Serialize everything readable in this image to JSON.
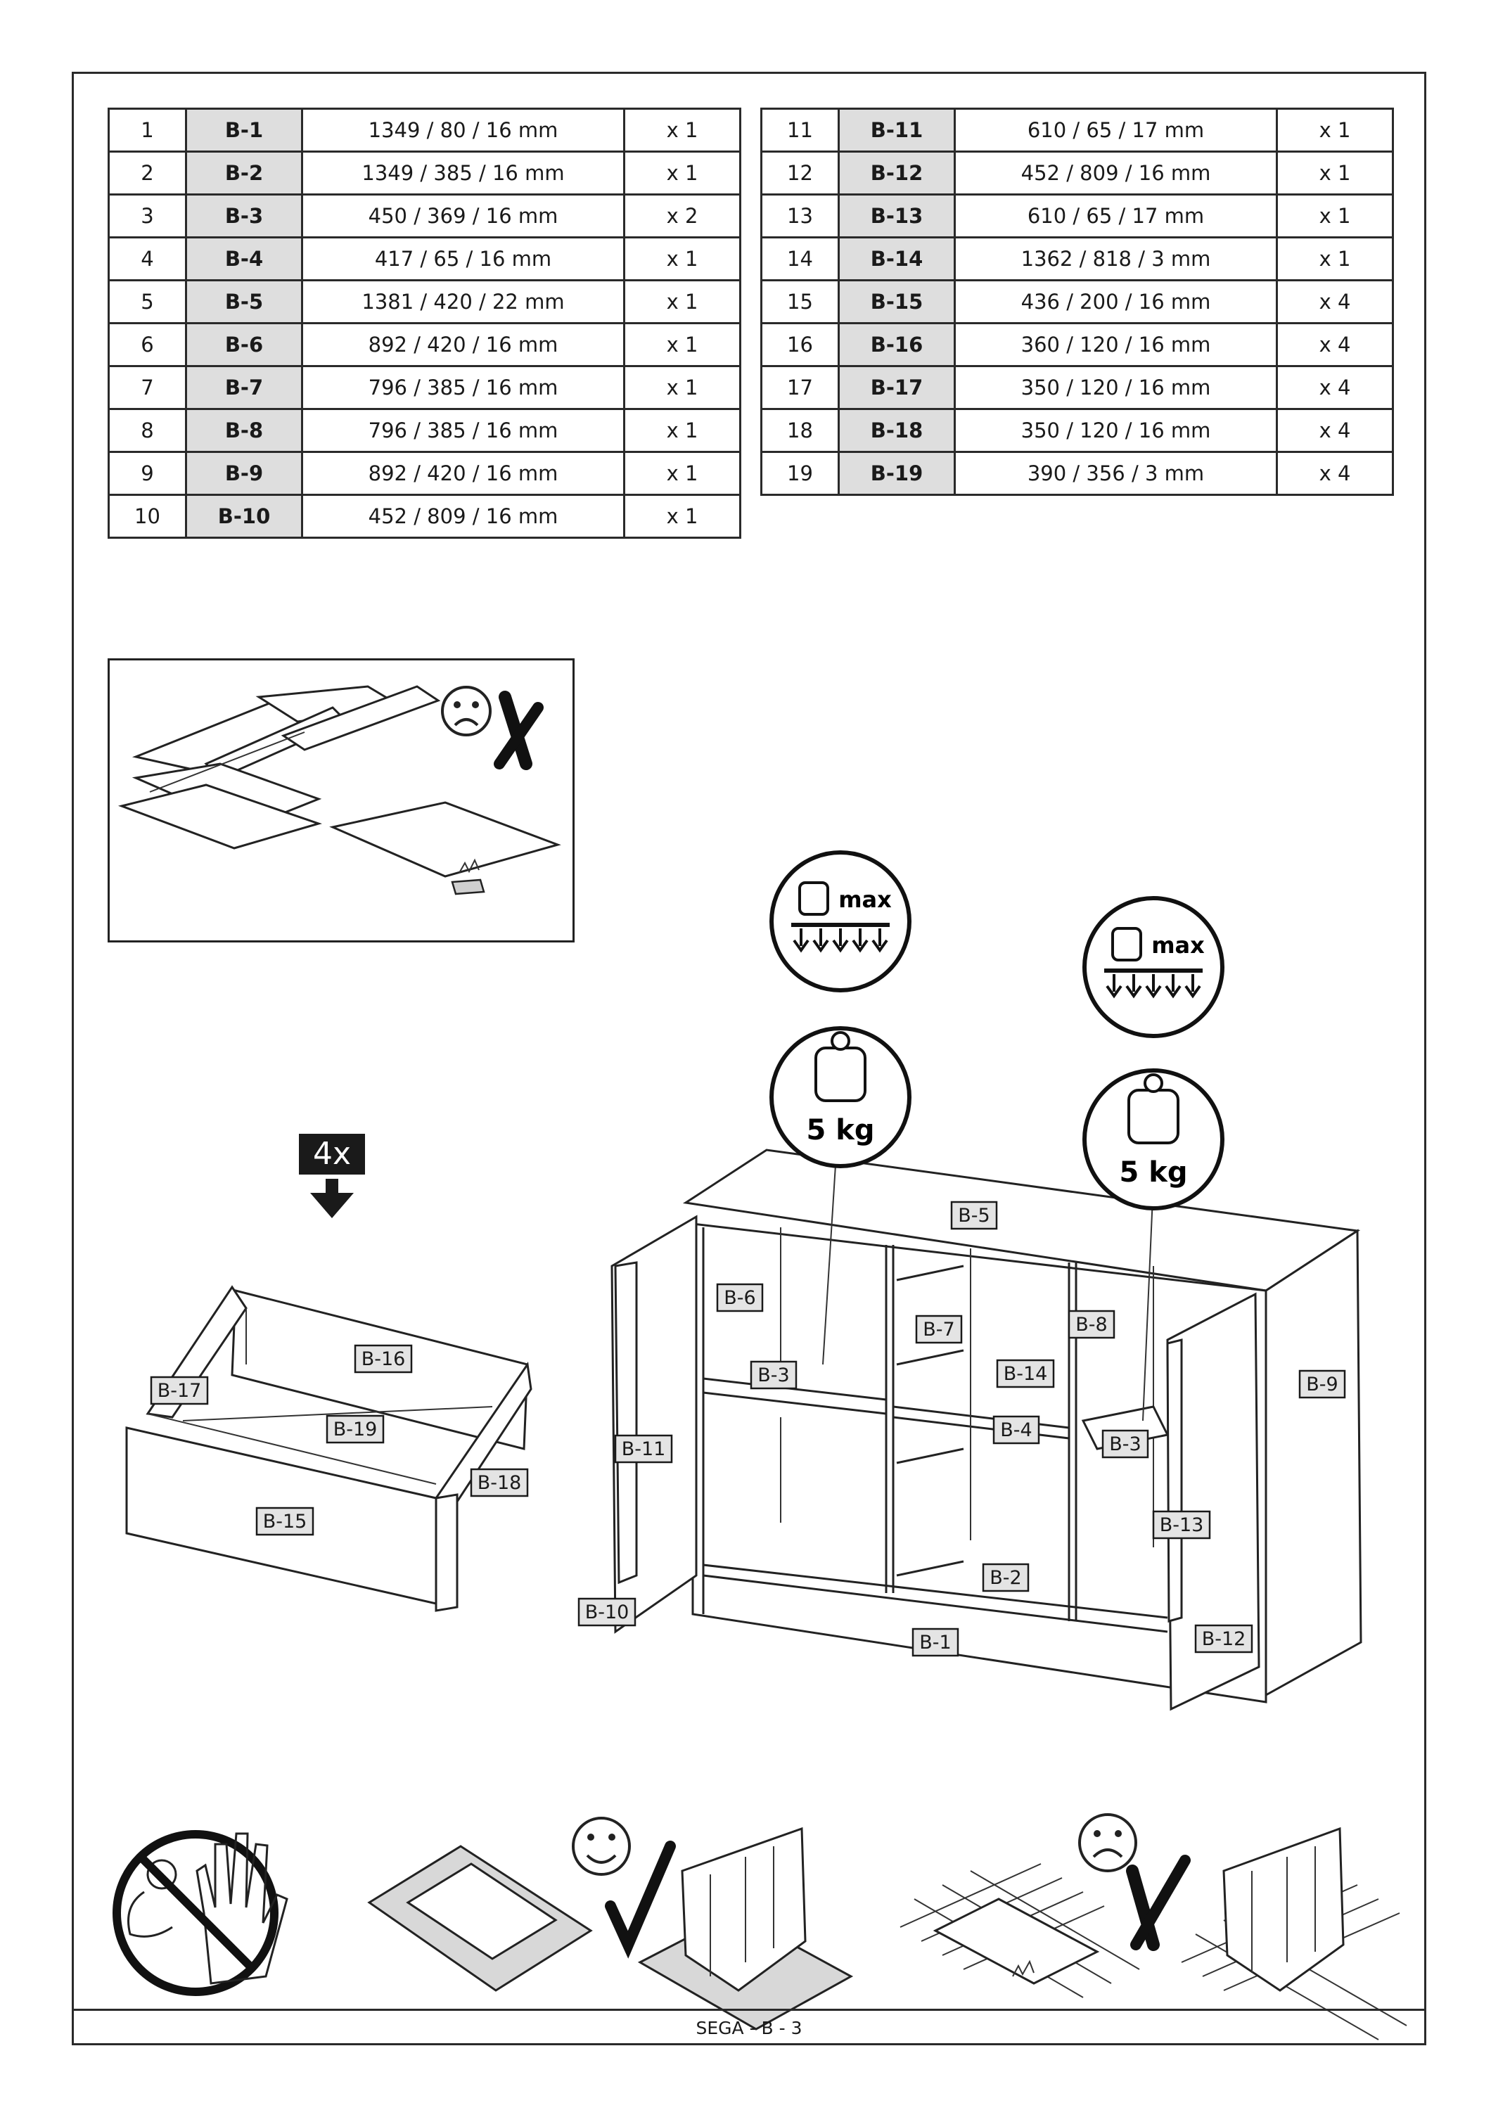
{
  "parts_left": [
    {
      "num": "1",
      "code": "B-1",
      "dim": "1349 / 80 / 16 mm",
      "qty": "x 1"
    },
    {
      "num": "2",
      "code": "B-2",
      "dim": "1349 / 385 / 16 mm",
      "qty": "x 1"
    },
    {
      "num": "3",
      "code": "B-3",
      "dim": "450 / 369 / 16 mm",
      "qty": "x 2"
    },
    {
      "num": "4",
      "code": "B-4",
      "dim": "417 / 65 / 16 mm",
      "qty": "x 1"
    },
    {
      "num": "5",
      "code": "B-5",
      "dim": "1381 / 420 / 22 mm",
      "qty": "x 1"
    },
    {
      "num": "6",
      "code": "B-6",
      "dim": "892 / 420 / 16 mm",
      "qty": "x 1"
    },
    {
      "num": "7",
      "code": "B-7",
      "dim": "796 / 385 / 16 mm",
      "qty": "x 1"
    },
    {
      "num": "8",
      "code": "B-8",
      "dim": "796 / 385 / 16 mm",
      "qty": "x 1"
    },
    {
      "num": "9",
      "code": "B-9",
      "dim": "892 / 420 / 16 mm",
      "qty": "x 1"
    },
    {
      "num": "10",
      "code": "B-10",
      "dim": "452 / 809 / 16 mm",
      "qty": "x 1"
    }
  ],
  "parts_right": [
    {
      "num": "11",
      "code": "B-11",
      "dim": "610 / 65 / 17 mm",
      "qty": "x 1"
    },
    {
      "num": "12",
      "code": "B-12",
      "dim": "452 / 809 / 16 mm",
      "qty": "x 1"
    },
    {
      "num": "13",
      "code": "B-13",
      "dim": "610 / 65 / 17 mm",
      "qty": "x 1"
    },
    {
      "num": "14",
      "code": "B-14",
      "dim": "1362 / 818 / 3 mm",
      "qty": "x 1"
    },
    {
      "num": "15",
      "code": "B-15",
      "dim": "436 / 200 / 16 mm",
      "qty": "x 4"
    },
    {
      "num": "16",
      "code": "B-16",
      "dim": "360 / 120 / 16 mm",
      "qty": "x 4"
    },
    {
      "num": "17",
      "code": "B-17",
      "dim": "350 / 120 / 16 mm",
      "qty": "x 4"
    },
    {
      "num": "18",
      "code": "B-18",
      "dim": "350 / 120 / 16 mm",
      "qty": "x 4"
    },
    {
      "num": "19",
      "code": "B-19",
      "dim": "390 / 356 / 3 mm",
      "qty": "x 4"
    }
  ],
  "drawer": {
    "quantity_badge": "4x",
    "labels": {
      "front": "B-15",
      "back": "B-16",
      "left_side": "B-17",
      "right_side": "B-18",
      "bottom": "B-19"
    }
  },
  "cabinet": {
    "labels": {
      "top": "B-5",
      "left_divider": "B-6",
      "middle_divider": "B-7",
      "right_divider": "B-8",
      "right_side": "B-9",
      "left_door": "B-10",
      "left_handle": "B-11",
      "right_door": "B-12",
      "right_handle": "B-13",
      "back_panel": "B-14",
      "shelf_left": "B-3",
      "shelf_right": "B-3",
      "rail": "B-4",
      "bottom": "B-2",
      "plinth": "B-1"
    },
    "load_icons": [
      {
        "max_label": "max",
        "weight": "5 kg"
      },
      {
        "max_label": "max",
        "weight": "5 kg"
      }
    ]
  },
  "footer": "SEGA - B - 3"
}
